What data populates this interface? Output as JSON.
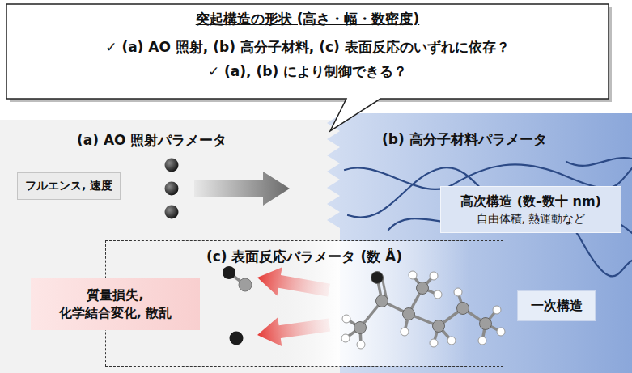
{
  "diagram": {
    "nodes": [
      {
        "text": [
          "突起構造の形状 (高さ・幅・数密度)",
          "✓ (a) AO 照射, (b) 高分子材料, (c) 表面反応のいずれに依存？",
          "✓ (a), (b) により制御できる？"
        ]
      },
      {
        "text": [
          "(a) AO 照射パラメータ"
        ]
      },
      {
        "text": [
          "フルエンス, 速度"
        ],
        "in": 1
      },
      {
        "text": [
          "(b) 高分子材料パラメータ"
        ]
      },
      {
        "text": [
          "高次構造 (数–数十 nm)",
          "自由体積, 熱運動など"
        ],
        "in": 3
      },
      {
        "text": [
          "(c) 表面反応パラメータ (数 Å)"
        ]
      },
      {
        "text": [
          "質量損失, 化学結合変化, 散乱"
        ],
        "in": 1
      },
      {
        "text": [
          "一次構造"
        ],
        "in": 3
      }
    ]
  }
}
